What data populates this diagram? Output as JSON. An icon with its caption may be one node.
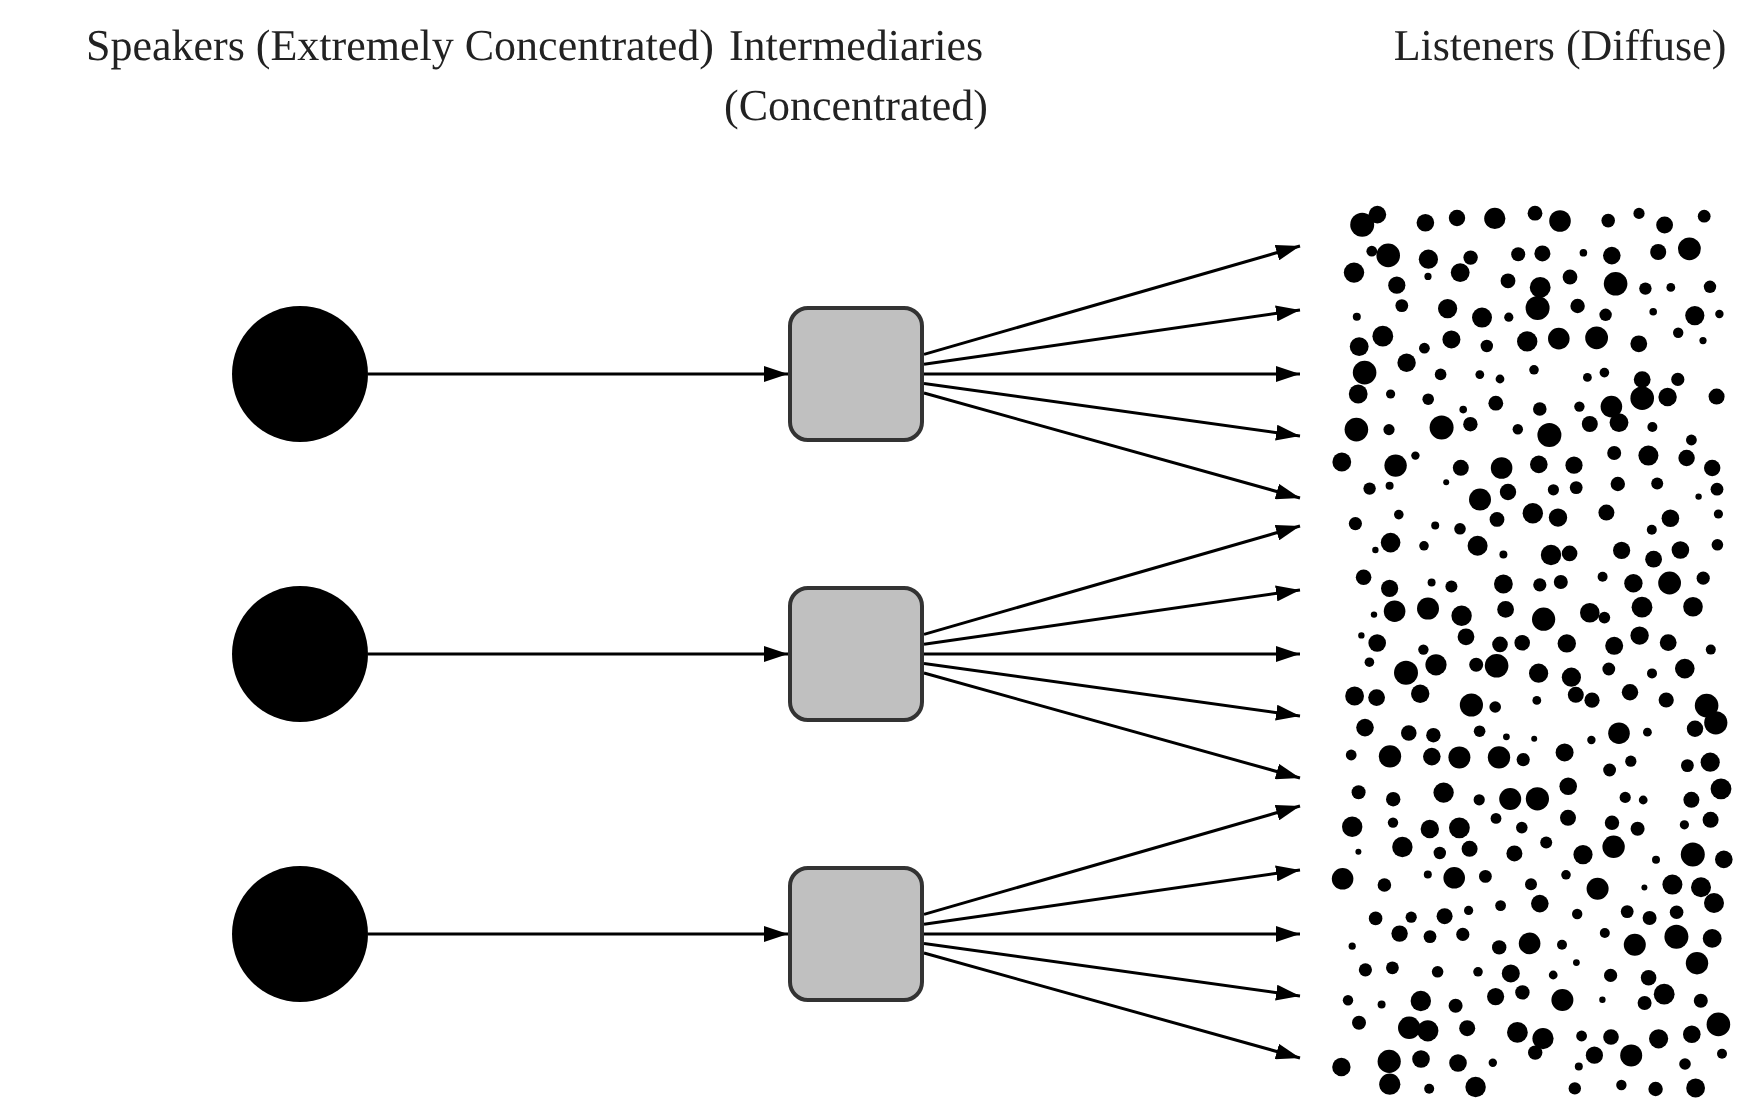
{
  "diagram": {
    "nodes": [
      {
        "text": [],
        "shape": "circle"
      },
      {
        "text": [],
        "shape": "circle"
      },
      {
        "text": [],
        "shape": "circle"
      },
      {
        "text": [],
        "shape": "box"
      },
      {
        "text": [],
        "shape": "box"
      },
      {
        "text": [],
        "shape": "box"
      }
    ],
    "edges": [
      {
        "from": 0,
        "to": 3,
        "arrow": "to"
      },
      {
        "from": 3,
        "to": null,
        "arrow": "to"
      },
      {
        "from": 3,
        "to": null,
        "arrow": "to"
      },
      {
        "from": 3,
        "to": null,
        "arrow": "to"
      },
      {
        "from": 3,
        "to": null,
        "arrow": "to"
      },
      {
        "from": 3,
        "to": null,
        "arrow": "to"
      },
      {
        "from": 1,
        "to": 4,
        "arrow": "to"
      },
      {
        "from": 4,
        "to": null,
        "arrow": "to"
      },
      {
        "from": 4,
        "to": null,
        "arrow": "to"
      },
      {
        "from": 4,
        "to": null,
        "arrow": "to"
      },
      {
        "from": 4,
        "to": null,
        "arrow": "to"
      },
      {
        "from": 4,
        "to": null,
        "arrow": "to"
      },
      {
        "from": 2,
        "to": 5,
        "arrow": "to"
      },
      {
        "from": 5,
        "to": null,
        "arrow": "to"
      },
      {
        "from": 5,
        "to": null,
        "arrow": "to"
      },
      {
        "from": 5,
        "to": null,
        "arrow": "to"
      },
      {
        "from": 5,
        "to": null,
        "arrow": "to"
      },
      {
        "from": 5,
        "to": null,
        "arrow": "to"
      }
    ],
    "labels": [
      "Speakers (Extremely Concentrated)",
      "Intermediaries (Concentrated)",
      "Listeners (Diffuse)"
    ]
  }
}
